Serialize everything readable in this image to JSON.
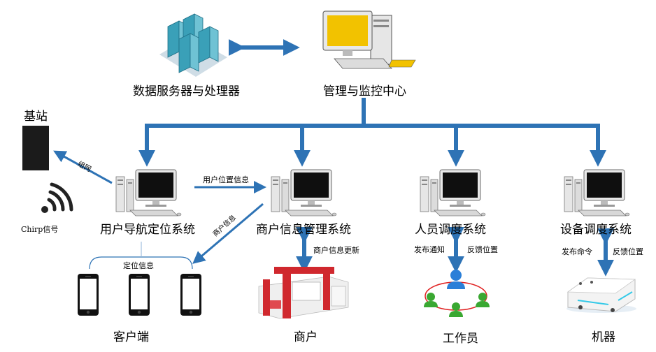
{
  "nodes": {
    "data_server": "数据服务器与处理器",
    "monitor_center": "管理与监控中心",
    "base_station": "基站",
    "chirp": "Chirp信号",
    "user_nav": "用户导航定位系统",
    "merchant_mgmt": "商户信息管理系统",
    "staff_dispatch": "人员调度系统",
    "device_dispatch": "设备调度系统",
    "client": "客户端",
    "merchant": "商户",
    "worker": "工作员",
    "machine": "机器"
  },
  "edges": {
    "networking": "组网",
    "user_position_info": "用户位置信息",
    "merchant_info": "商户信息",
    "location_info": "定位信息",
    "merchant_info_update": "商户信息更新",
    "publish_notice": "发布通知",
    "feedback_position_1": "反馈位置",
    "publish_command": "发布命令",
    "feedback_position_2": "反馈位置"
  },
  "colors": {
    "arrow_blue": "#2e73b5",
    "server_teal": "#3aa0b8",
    "monitor_yellow": "#f2c200",
    "booth_red": "#d0282e",
    "person_green": "#3aa832",
    "person_blue": "#2b7fd8"
  }
}
